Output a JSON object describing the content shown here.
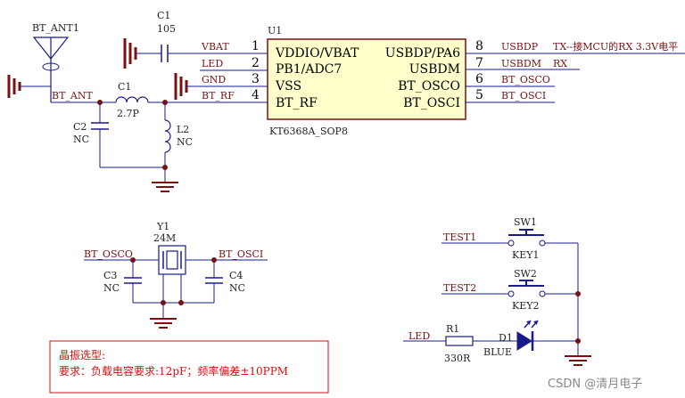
{
  "antenna": {
    "ref": "BT_ANT1",
    "net": "BT_ANT"
  },
  "c1": {
    "ref": "C1",
    "value": "105"
  },
  "l1": {
    "ref": "C1",
    "value": "2.7P"
  },
  "c2": {
    "ref": "C2",
    "value": "NC"
  },
  "l2": {
    "ref": "L2",
    "value": "NC"
  },
  "u1": {
    "ref": "U1",
    "part": "KT6368A_SOP8",
    "left_pins": [
      {
        "num": "1",
        "name": "VDDIO/VBAT",
        "net": "VBAT"
      },
      {
        "num": "2",
        "name": "PB1/ADC7",
        "net": "LED"
      },
      {
        "num": "3",
        "name": "VSS",
        "net": "GND"
      },
      {
        "num": "4",
        "name": "BT_RF",
        "net": "BT_RF"
      }
    ],
    "right_pins": [
      {
        "num": "8",
        "name": "USBDP/PA6",
        "net": "USBDP"
      },
      {
        "num": "7",
        "name": "USBDM",
        "net": "USBDM"
      },
      {
        "num": "6",
        "name": "BT_OSCO",
        "net": "BT_OSCO"
      },
      {
        "num": "5",
        "name": "BT_OSCI",
        "net": "BT_OSCI"
      }
    ],
    "note_tx": "TX--接MCU的RX 3.3V电平",
    "note_rx": "RX"
  },
  "crystal": {
    "ref": "Y1",
    "value": "24M",
    "net_left": "BT_OSCO",
    "net_right": "BT_OSCI",
    "c3": {
      "ref": "C3",
      "value": "NC"
    },
    "c4": {
      "ref": "C4",
      "value": "NC"
    }
  },
  "buttons": {
    "sw1": {
      "ref": "SW1",
      "name": "KEY1",
      "net": "TEST1"
    },
    "sw2": {
      "ref": "SW2",
      "name": "KEY2",
      "net": "TEST2"
    }
  },
  "led_circuit": {
    "net": "LED",
    "r1": {
      "ref": "R1",
      "value": "330R"
    },
    "d1": {
      "ref": "D1",
      "color": "BLUE"
    }
  },
  "note": {
    "line1": "晶振选型:",
    "line2": "要求：负载电容要求:12pF；频率偏差±10PPM"
  },
  "watermark": "CSDN @清月电子",
  "colors": {
    "wire": "#1a1a8c",
    "pin": "#7a1010",
    "note": "#d01010",
    "chip_fill": "#ffffcc"
  }
}
